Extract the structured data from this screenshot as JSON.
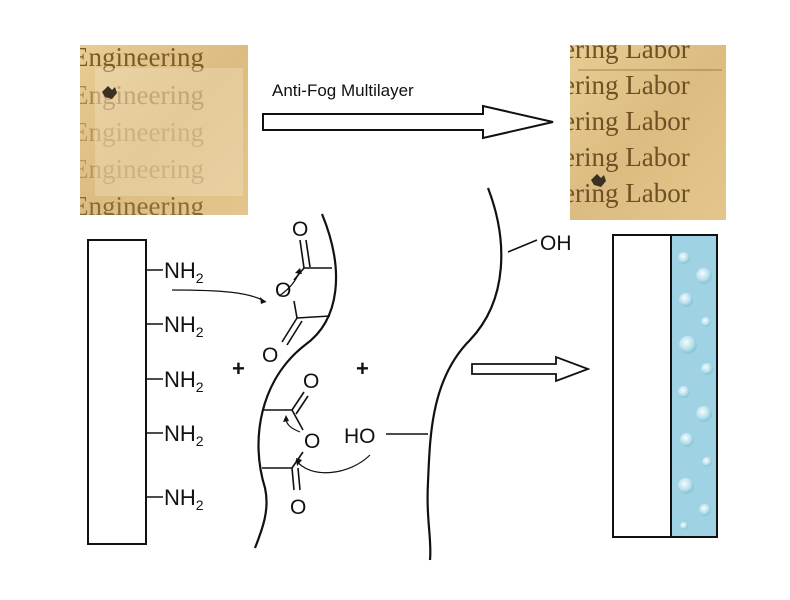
{
  "header": {
    "arrow_label": "Anti-Fog Multilayer"
  },
  "photo_before": {
    "lines": [
      "Engineering",
      "Engineering",
      "Engineering",
      "Engineering",
      "Engineering"
    ]
  },
  "photo_after": {
    "lines": [
      "ering Labor",
      "ering Labor",
      "ering Labor",
      "ering Labor",
      "ering Labor"
    ]
  },
  "substrate": {
    "groups": [
      {
        "label": "NH",
        "sub": "2"
      },
      {
        "label": "NH",
        "sub": "2"
      },
      {
        "label": "NH",
        "sub": "2"
      },
      {
        "label": "NH",
        "sub": "2"
      },
      {
        "label": "NH",
        "sub": "2"
      }
    ]
  },
  "reaction": {
    "plus_1": "+",
    "plus_2": "+",
    "anhydride_o_top_1": "O",
    "anhydride_o_ring_1": "O",
    "anhydride_o_bottom_1": "O",
    "anhydride_o_top_2": "O",
    "anhydride_o_ring_2": "O",
    "anhydride_o_bottom_2": "O",
    "hydroxyl_top": "OH",
    "hydroxyl_bottom": "HO"
  },
  "colors": {
    "photo_bg": "#e3c48a",
    "photo_text_dark": "#7a5a2a",
    "photo_text_light": "#b8955e",
    "water_layer": "#9fd3e3",
    "line": "#111111"
  }
}
